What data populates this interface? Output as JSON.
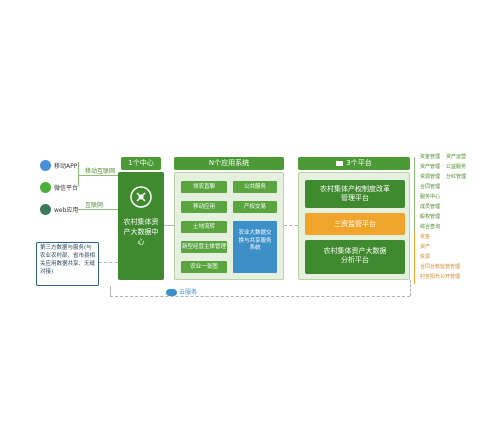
{
  "access": {
    "mobile_app": "移动APP",
    "wechat": "微信平台",
    "web": "web应用",
    "mobile_internet": "移动互联网",
    "internet": "互联网"
  },
  "center": {
    "tab": "1个中心",
    "title": "农村集体资产大数据中心"
  },
  "apps": {
    "tab": "N个应用系统",
    "left_items": [
      "领农直聊",
      "移动应用",
      "土地流转",
      "新型经营主体管理",
      "农业一张图"
    ],
    "right_items": [
      "公共服务",
      "产权交易"
    ],
    "blue_item": "农业大数据交换与共享服务系统"
  },
  "platforms": {
    "tab": "3个平台",
    "p1": "农村集体产权制度改革管理平台",
    "p2": "三资监管平台",
    "p3": "农村集体资产大数据分析平台"
  },
  "right_list_1": [
    "资金管理",
    "资产管理",
    "资源管理",
    "合同管理",
    "服务中心",
    "成员管理",
    "股权管理",
    "综合查询"
  ],
  "right_list_1b": [
    "资产运营",
    "公益服务",
    "分红管理"
  ],
  "right_list_2": [
    "资金",
    "资产",
    "资源",
    "合同台账监管管理",
    "村务阳光公开管理"
  ],
  "third_party": "第三方数据与服务(与农业农村部、省市县相关应用数据共享、无缝对接)",
  "cloud": "云服务",
  "colors": {
    "green": "#3f8a2e",
    "light_green": "#e6f0de",
    "orange": "#f0a52a",
    "blue": "#3c8fc7"
  }
}
